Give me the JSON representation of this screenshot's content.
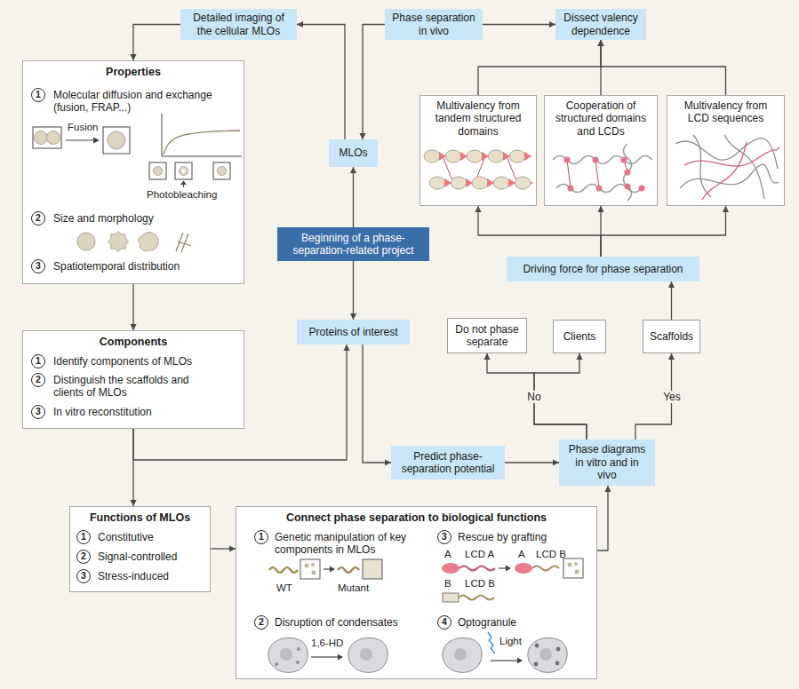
{
  "diagram": {
    "nodes": [
      {
        "text": [
          "Detailed imaging of the cellular MLOs"
        ]
      },
      {
        "text": [
          "Phase separation in vivo"
        ]
      },
      {
        "text": [
          "Dissect valency dependence"
        ]
      },
      {
        "text": [
          "Properties",
          "Molecular diffusion and exchange (fusion, FRAP...)",
          "Size and morphology",
          "Spatiotemporal distribution"
        ]
      },
      {
        "text": [
          "Components",
          "Identify components of MLOs",
          "Distinguish the scaffolds and clients of MLOs",
          "In vitro reconstitution"
        ]
      },
      {
        "text": [
          "Functions of MLOs",
          "Constitutive",
          "Signal-controlled",
          "Stress-induced"
        ]
      },
      {
        "text": [
          "Connect phase separation to biological functions",
          "Genetic manipulation of key components in MLOs",
          "Rescue by grafting",
          "Disruption of condensates",
          "Optogranule"
        ]
      },
      {
        "text": [
          "MLOs"
        ]
      },
      {
        "text": [
          "Beginning of a phase-separation-related project"
        ]
      },
      {
        "text": [
          "Proteins of interest"
        ]
      },
      {
        "text": [
          "Multivalency from tandem structured domains"
        ]
      },
      {
        "text": [
          "Cooperation of structured domains and LCDs"
        ]
      },
      {
        "text": [
          "Multivalency from LCD sequences"
        ]
      },
      {
        "text": [
          "Driving force for phase separation"
        ]
      },
      {
        "text": [
          "Do not phase separate"
        ]
      },
      {
        "text": [
          "Clients"
        ]
      },
      {
        "text": [
          "Scaffolds"
        ]
      },
      {
        "text": [
          "Phase diagrams in vitro and in vivo"
        ]
      },
      {
        "text": [
          "Predict phase-separation potential"
        ]
      }
    ],
    "edges": [
      {
        "from": 8,
        "to": 7,
        "arrow": "to"
      },
      {
        "from": 8,
        "to": 9,
        "arrow": "to"
      },
      {
        "from": 7,
        "to": 0,
        "arrow": "to"
      },
      {
        "from": 1,
        "to": 7,
        "arrow": "to"
      },
      {
        "from": 1,
        "to": 2,
        "arrow": "to"
      },
      {
        "from": 0,
        "to": 3,
        "arrow": "to"
      },
      {
        "from": 3,
        "to": 4,
        "arrow": "to"
      },
      {
        "from": 4,
        "to": 5,
        "arrow": "to"
      },
      {
        "from": 4,
        "to": 9,
        "arrow": "to"
      },
      {
        "from": 9,
        "to": 18,
        "arrow": "to"
      },
      {
        "from": 18,
        "to": 17,
        "arrow": "to"
      },
      {
        "from": 5,
        "to": 6,
        "arrow": "to"
      },
      {
        "from": 6,
        "to": 17,
        "arrow": "to"
      },
      {
        "from": 17,
        "to": 14,
        "label": "No",
        "arrow": "to"
      },
      {
        "from": 17,
        "to": 15,
        "arrow": "to"
      },
      {
        "from": 17,
        "to": 16,
        "label": "Yes",
        "arrow": "to"
      },
      {
        "from": 16,
        "to": 13,
        "arrow": "to"
      },
      {
        "from": 13,
        "to": 10,
        "arrow": "to"
      },
      {
        "from": 13,
        "to": 11,
        "arrow": "to"
      },
      {
        "from": 13,
        "to": 12,
        "arrow": "to"
      },
      {
        "from": 10,
        "to": 2,
        "arrow": "to"
      },
      {
        "from": 11,
        "to": 2,
        "arrow": "to"
      },
      {
        "from": 12,
        "to": 2,
        "arrow": "to"
      }
    ],
    "labels": [
      "1",
      "Fusion",
      "Photobleaching",
      "2",
      "3",
      "1",
      "2",
      "3",
      "1",
      "2",
      "3",
      "1",
      "WT",
      "Mutant",
      "3",
      "A",
      "LCD A",
      "A",
      "LCD B",
      "B",
      "LCD B",
      "2",
      "1,6-HD",
      "4",
      "Light"
    ]
  }
}
